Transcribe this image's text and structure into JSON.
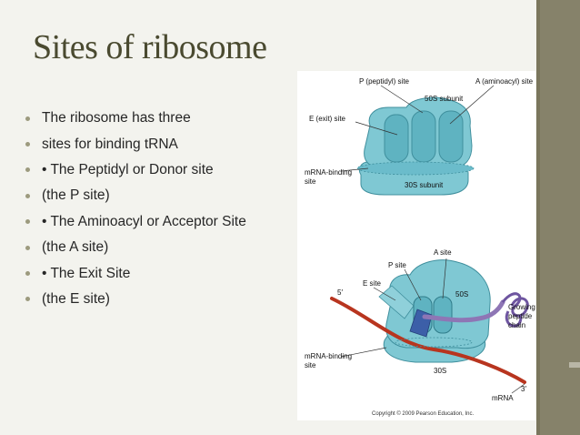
{
  "slide": {
    "title": "Sites of ribosome",
    "bullets": [
      "The ribosome has three",
      "sites for binding tRNA",
      "• The Peptidyl or Donor site",
      "(the P site)",
      "• The Aminoacyl or Acceptor Site",
      "(the A site)",
      "• The Exit Site",
      "(the E site)"
    ]
  },
  "figure_top": {
    "p_site": "P (peptidyl) site",
    "a_site": "A (aminoacyl) site",
    "subunit_50s": "50S subunit",
    "e_site": "E (exit) site",
    "mrna_binding_1": "mRNA-binding",
    "mrna_binding_2": "site",
    "subunit_30s": "30S subunit"
  },
  "figure_bottom": {
    "a_site": "A site",
    "p_site": "P site",
    "e_site": "E site",
    "five_prime": "5′",
    "label_50s": "50S",
    "growing_1": "Growing",
    "growing_2": "peptide",
    "growing_3": "chain",
    "mrna_binding_1": "mRNA-binding",
    "mrna_binding_2": "site",
    "label_30s": "30S",
    "three_prime": "3′",
    "mrna": "mRNA",
    "copyright": "Copyright © 2009 Pearson Education, Inc."
  },
  "colors": {
    "ribosome": "#7fc8d3",
    "ribosome_dark": "#4a9fad",
    "mrna": "#b8351f",
    "peptide": "#8e76b5",
    "sidebar": "#86826a"
  }
}
